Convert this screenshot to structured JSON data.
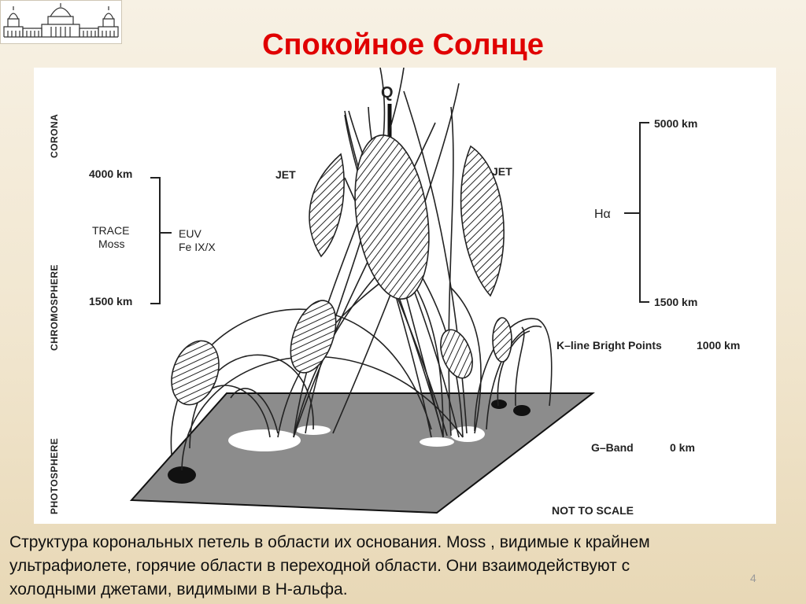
{
  "title": "Спокойное Солнце",
  "diagram": {
    "vertical_labels": {
      "corona": "CORONA",
      "chromosphere": "CHROMOSPHERE",
      "photosphere": "PHOTOSPHERE"
    },
    "left_scale": {
      "top": "4000 km",
      "bottom": "1500 km",
      "name_line1": "TRACE",
      "name_line2": "Moss",
      "band_line1": "EUV",
      "band_line2": "Fe IX/X"
    },
    "right_scale": {
      "top": "5000 km",
      "bottom": "1500 km",
      "name": "Hα"
    },
    "q_label": "Q",
    "jet_left": "JET",
    "jet_right": "JET",
    "kline": "K–line Bright Points",
    "kline_height": "1000 km",
    "gband": "G–Band",
    "gband_height": "0 km",
    "not_to_scale": "NOT TO SCALE"
  },
  "caption": "Структура корональных петель в области их основания. Moss , видимые к крайнем ультрафиолете, горячие области в переходной области. Они взаимодействуют с холодными джетами, видимыми в H-альфа.",
  "page_number": "4"
}
